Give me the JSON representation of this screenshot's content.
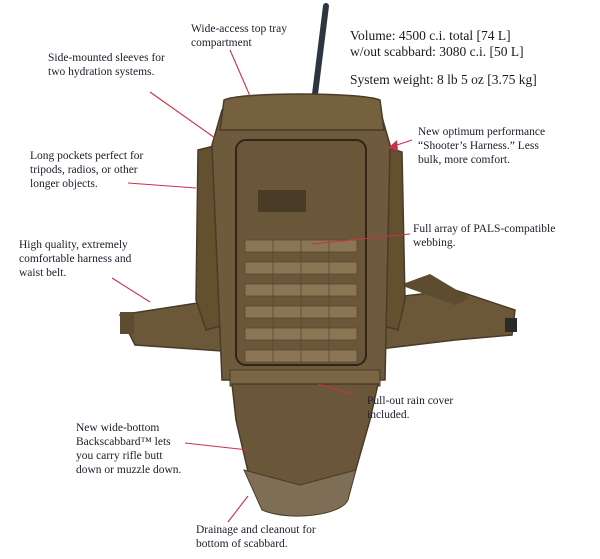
{
  "specs": {
    "volume": "Volume:  4500 c.i. total [74 L]",
    "without_scabbard": "w/out scabbard:  3080 c.i. [50 L]",
    "system_weight": "System weight:   8 lb 5 oz [3.75 kg]"
  },
  "callouts": {
    "top_tray": "Wide-access top tray\ncompartment",
    "hydration": "Side-mounted sleeves for\ntwo hydration systems.",
    "long_pockets": "Long pockets perfect for\ntripods, radios, or other\nlonger objects.",
    "harness_belt": "High quality, extremely\ncomfortable harness and\nwaist belt.",
    "shooters_harness": "New optimum performance\n“Shooter’s Harness.”  Less\nbulk, more comfort.",
    "pals_webbing": "Full array of PALS-compatible\nwebbing.",
    "rain_cover": "Pull-out rain cover\nincluded.",
    "backscabbard": "New wide-bottom\nBackscabbard™ lets\nyou carry rifle butt\ndown or muzzle down.",
    "drainage": "Drainage and cleanout for\nbottom of scabbard."
  },
  "colors": {
    "pack_main": "#6e5a3c",
    "pack_dark": "#4a3b26",
    "pack_light": "#8a7554",
    "leader_line": "#c8324a",
    "rod": "#2c3640"
  }
}
